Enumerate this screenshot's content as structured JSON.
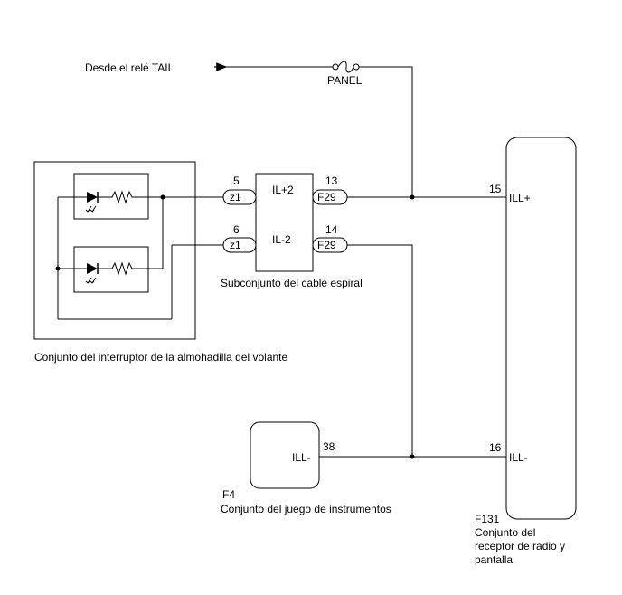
{
  "source_label": "Desde el relé TAIL",
  "fuse_label": "PANEL",
  "spiral_cable": {
    "label": "Subconjunto del cable espiral",
    "left_connector": "z1",
    "right_connector": "F29",
    "pins_left": [
      "5",
      "6"
    ],
    "pins_right": [
      "13",
      "14"
    ],
    "signal_top": "IL+2",
    "signal_bottom": "IL-2"
  },
  "steering_switch": {
    "label": "Conjunto del interruptor de la almohadilla del volante"
  },
  "radio": {
    "code": "F131",
    "label_lines": [
      "Conjunto del",
      "receptor de radio y",
      "pantalla"
    ],
    "pin_top": "15",
    "pin_top_name": "ILL+",
    "pin_bottom": "16",
    "pin_bottom_name": "ILL-"
  },
  "cluster": {
    "code": "F4",
    "label": "Conjunto del juego de instrumentos",
    "pin": "38",
    "pin_name": "ILL-"
  },
  "colors": {
    "line": "#000000",
    "background": "#ffffff"
  }
}
